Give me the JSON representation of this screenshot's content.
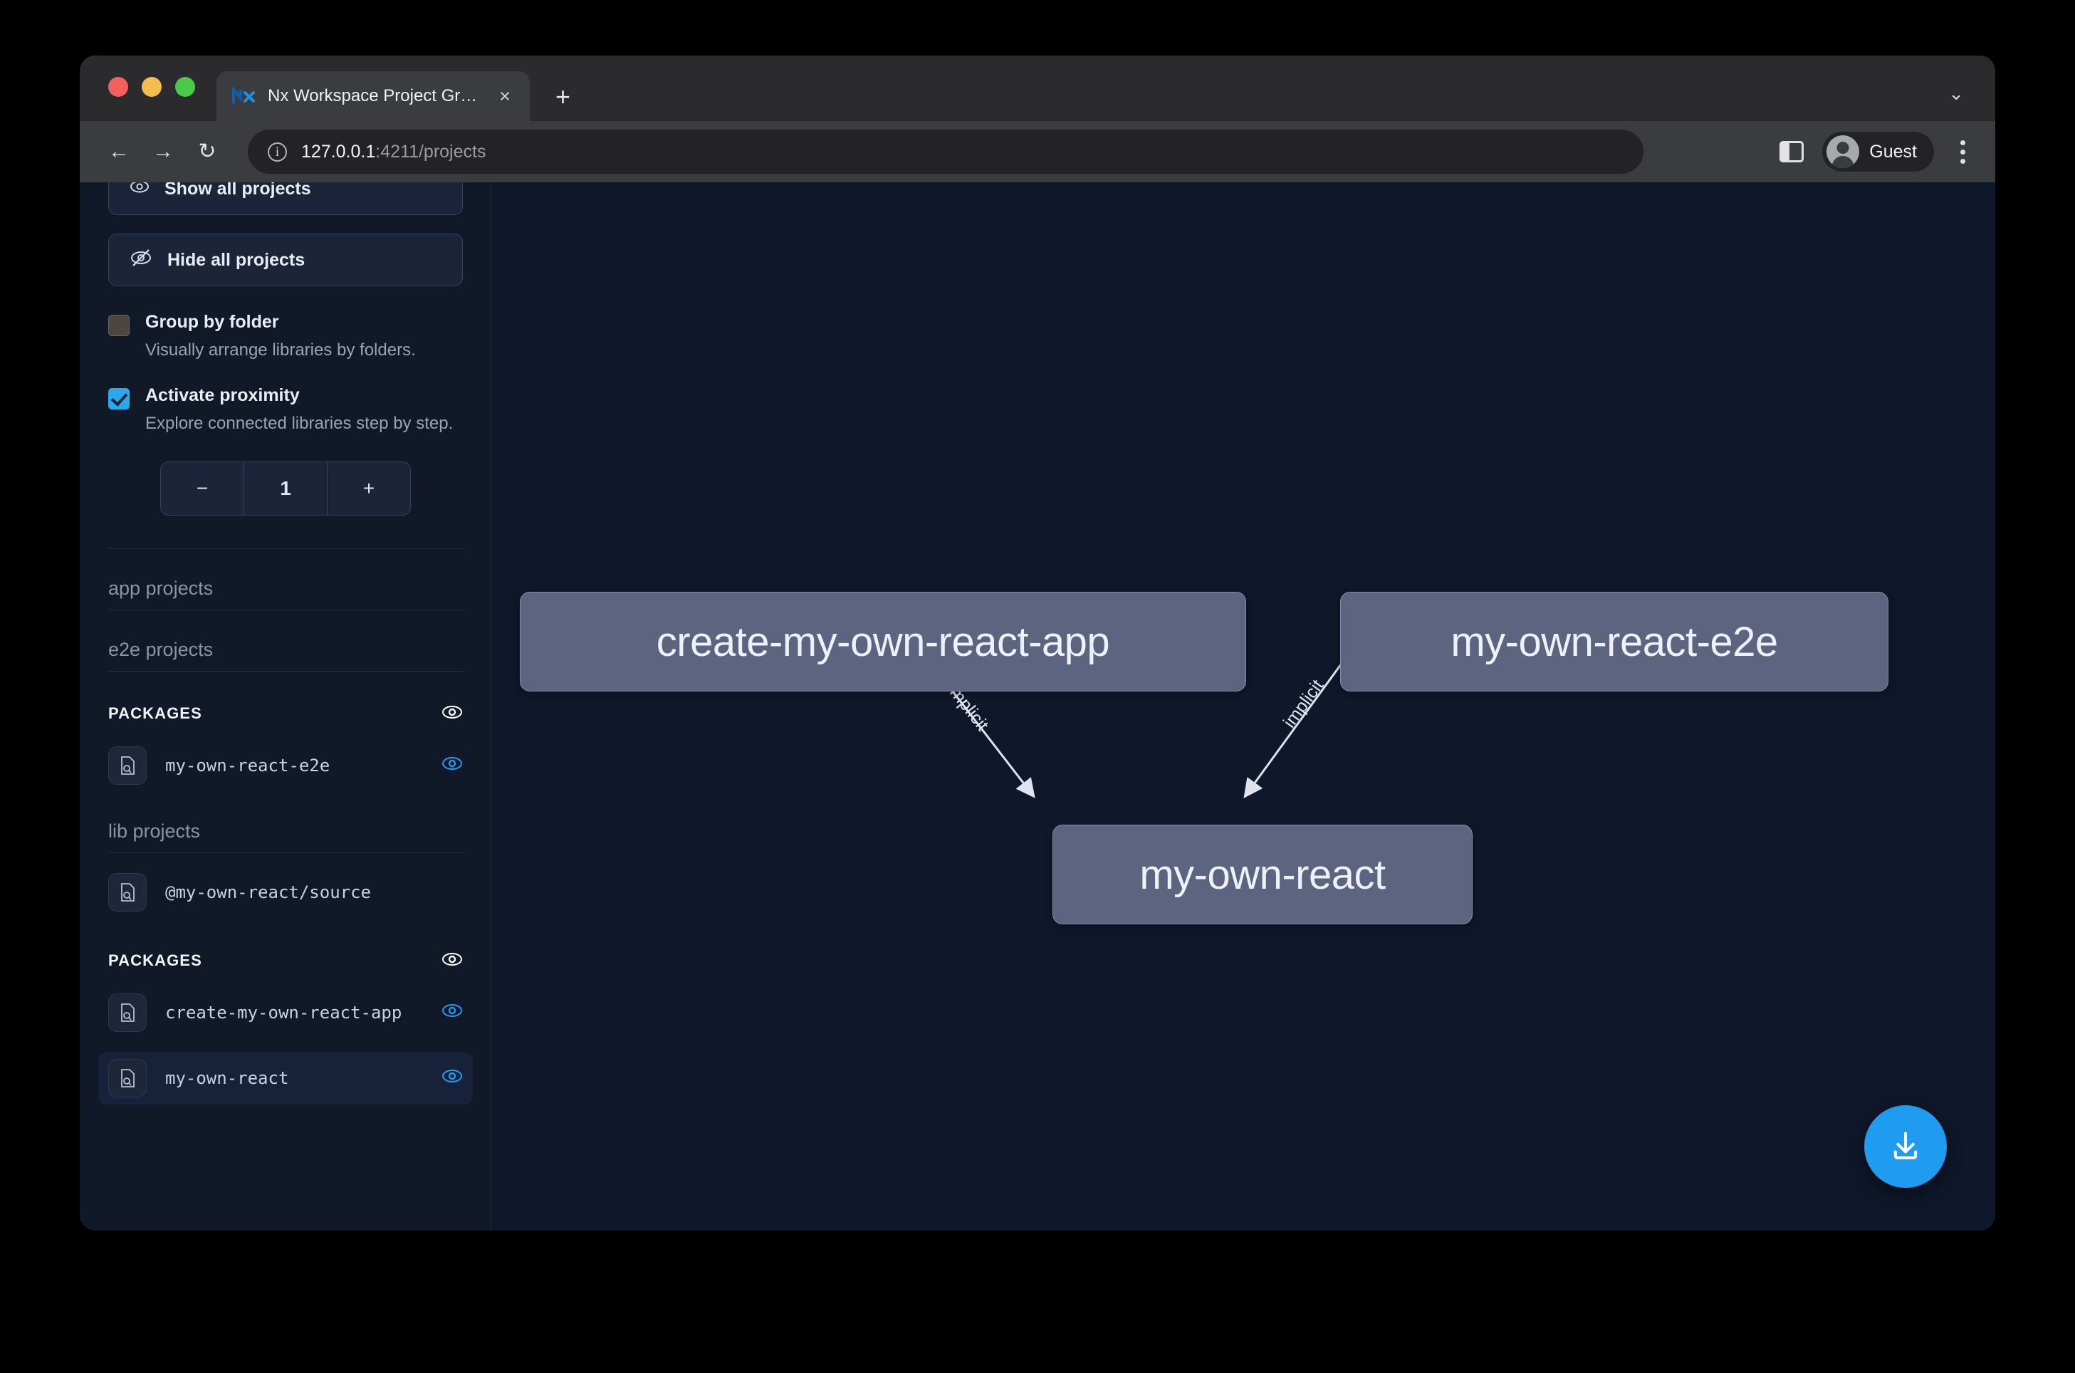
{
  "browser": {
    "tab": {
      "title": "Nx Workspace Project Graph",
      "favicon": "nx-logo-icon",
      "close": "×"
    },
    "new_tab": "+",
    "tabstrip_chevron": "⌄",
    "nav": {
      "back": "←",
      "forward": "→",
      "reload": "↻"
    },
    "omnibox": {
      "info_icon": "i",
      "host": "127.0.0.1",
      "rest": ":4211/projects"
    },
    "toolbar_right": {
      "panel_icon": "side-panel-icon",
      "profile_name": "Guest",
      "menu": "kebab-menu-icon"
    }
  },
  "sidebar": {
    "clipped_button": {
      "label": "Show all projects"
    },
    "hide_all_button": {
      "label": "Hide all projects",
      "icon": "eye-slash-icon"
    },
    "options": [
      {
        "id": "group-by-folder",
        "label": "Group by folder",
        "description": "Visually arrange libraries by folders.",
        "checked": false
      },
      {
        "id": "activate-proximity",
        "label": "Activate proximity",
        "description": "Explore connected libraries step by step.",
        "checked": true
      }
    ],
    "stepper": {
      "minus": "−",
      "value": "1",
      "plus": "+"
    },
    "sections": [
      {
        "type": "header",
        "label": "app projects"
      },
      {
        "type": "header",
        "label": "e2e projects"
      },
      {
        "type": "packages",
        "label": "PACKAGES",
        "eye": "eye-icon"
      },
      {
        "type": "project",
        "label": "my-own-react-e2e",
        "icon": "file-search-icon",
        "eye": "eye-icon",
        "active": true
      },
      {
        "type": "header",
        "label": "lib projects"
      },
      {
        "type": "project",
        "label": "@my-own-react/source",
        "icon": "file-search-icon",
        "eye": null,
        "active": false
      },
      {
        "type": "packages",
        "label": "PACKAGES",
        "eye": "eye-icon"
      },
      {
        "type": "project",
        "label": "create-my-own-react-app",
        "icon": "file-search-icon",
        "eye": "eye-icon",
        "active": true
      },
      {
        "type": "project",
        "label": "my-own-react",
        "icon": "file-search-icon",
        "eye": "eye-icon",
        "active": true
      }
    ]
  },
  "graph": {
    "nodes": [
      {
        "id": "create-my-own-react-app",
        "label": "create-my-own-react-app"
      },
      {
        "id": "my-own-react-e2e",
        "label": "my-own-react-e2e"
      },
      {
        "id": "my-own-react",
        "label": "my-own-react"
      }
    ],
    "edges": [
      {
        "from": "create-my-own-react-app",
        "to": "my-own-react",
        "label": "implicit"
      },
      {
        "from": "my-own-react-e2e",
        "to": "my-own-react",
        "label": "implicit"
      }
    ],
    "download_button": {
      "icon": "download-icon",
      "color": "#1f9cf0"
    }
  },
  "colors": {
    "accent": "#1f9cf0",
    "checkbox_on": "#29a9ec",
    "node_fill": "#5c6480",
    "canvas_bg": "#0f172a",
    "sidebar_bg": "#111827"
  }
}
